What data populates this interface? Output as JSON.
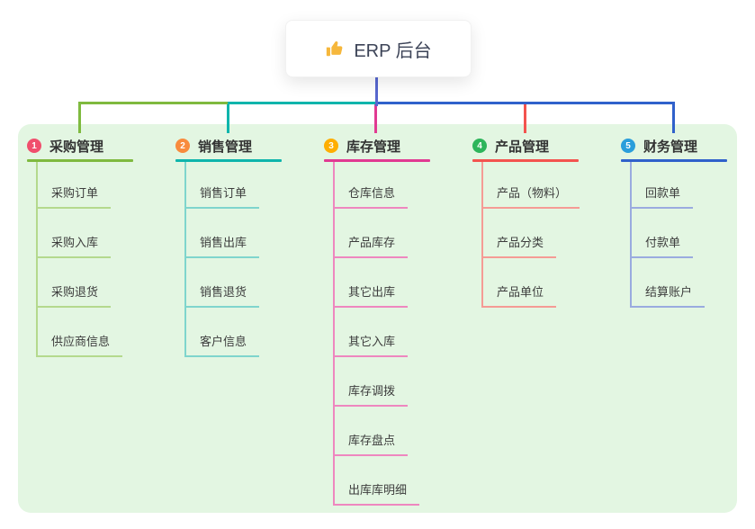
{
  "root": {
    "label": "ERP 后台",
    "icon": "thumbs-up-icon"
  },
  "colors": {
    "canvas_bg": "#ffffff",
    "panel_bg": "#e3f6e2",
    "root_connector": "#5767cf",
    "root_text": "#3c4357",
    "header_text": "#333333",
    "child_text": "#3d3d3d",
    "thumb_icon": "#f6b73c"
  },
  "branches": [
    {
      "index": "1",
      "label": "采购管理",
      "badge_color": "#f04f6d",
      "line_color": "#7fba3f",
      "child_line_color": "#b4d98d",
      "children": [
        "采购订单",
        "采购入库",
        "采购退货",
        "供应商信息"
      ]
    },
    {
      "index": "2",
      "label": "销售管理",
      "badge_color": "#f88b3d",
      "line_color": "#0fb5ac",
      "child_line_color": "#7fd5cd",
      "children": [
        "销售订单",
        "销售出库",
        "销售退货",
        "客户信息"
      ]
    },
    {
      "index": "3",
      "label": "库存管理",
      "badge_color": "#feae02",
      "line_color": "#e13a92",
      "child_line_color": "#ee87bf",
      "children": [
        "仓库信息",
        "产品库存",
        "其它出库",
        "其它入库",
        "库存调拨",
        "库存盘点",
        "出库库明细"
      ]
    },
    {
      "index": "4",
      "label": "产品管理",
      "badge_color": "#2eb55b",
      "line_color": "#f3534f",
      "child_line_color": "#f59b95",
      "children": [
        "产品（物料）",
        "产品分类",
        "产品单位"
      ]
    },
    {
      "index": "5",
      "label": "财务管理",
      "badge_color": "#2a9edb",
      "line_color": "#3061cb",
      "child_line_color": "#9aabdf",
      "children": [
        "回款单",
        "付款单",
        "结算账户"
      ]
    }
  ]
}
